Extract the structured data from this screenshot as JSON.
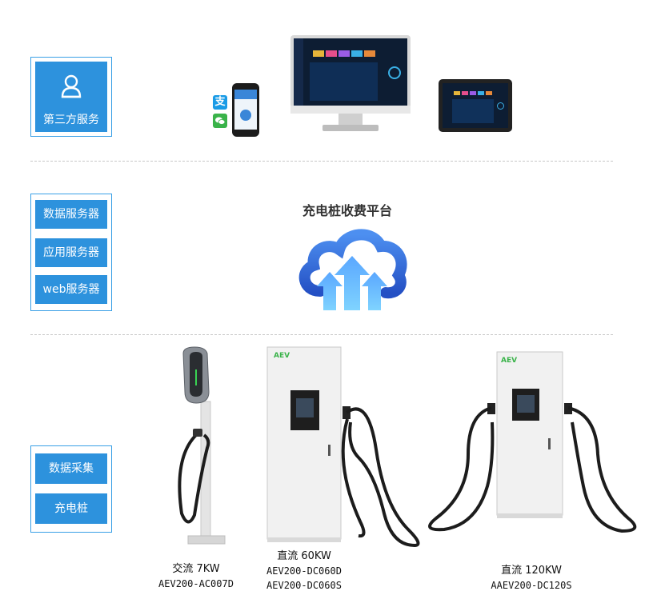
{
  "tier_top": {
    "label": "第三方服务"
  },
  "tier_middle": {
    "boxes": [
      "数据服务器",
      "应用服务器",
      "web服务器"
    ],
    "platform_title": "充电桩收费平台"
  },
  "tier_bottom": {
    "boxes": [
      "数据采集",
      "充电桩"
    ]
  },
  "chargers": [
    {
      "line1": "交流 7KW",
      "line2": "AEV200-AC007D"
    },
    {
      "line1": "直流 60KW",
      "line2": "AEV200-DC060D",
      "line3": "AEV200-DC060S"
    },
    {
      "line1": "直流 120KW",
      "line2": "AAEV200-DC120S"
    }
  ],
  "brand_mark": "AEV",
  "colors": {
    "accent": "#2d92dd",
    "border": "#3aa0e6"
  },
  "icons": [
    "user-icon",
    "alipay-icon",
    "wechat-icon",
    "cloud-upload-icon"
  ]
}
